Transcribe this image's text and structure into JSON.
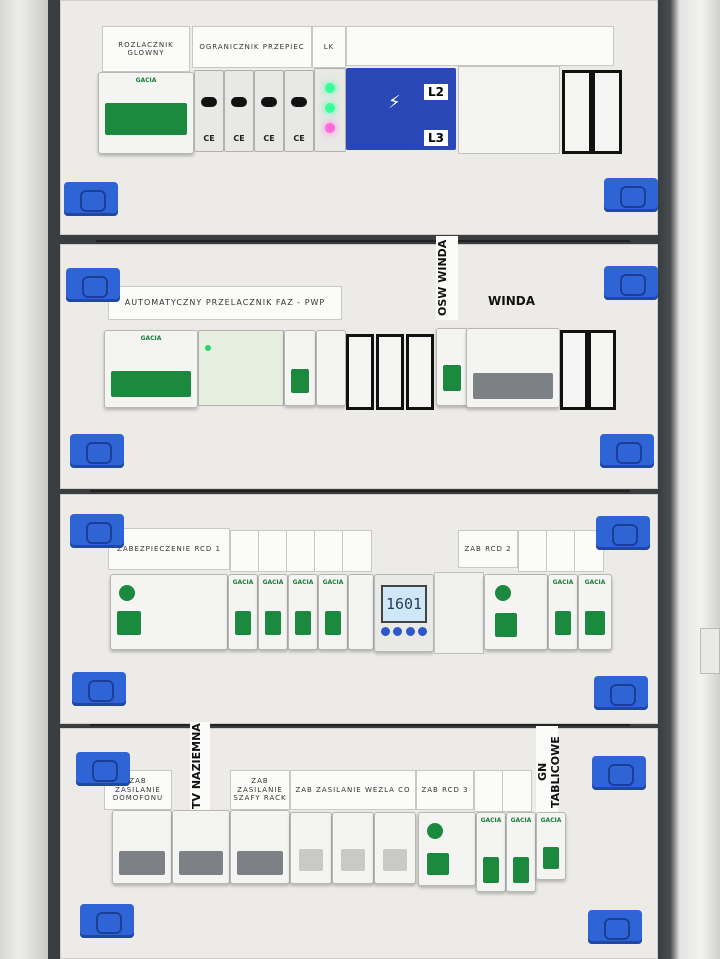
{
  "section_1": {
    "labels": {
      "main_switch": "ROZLACZNIK GLOWNY",
      "surge_protector": "OGRANICZNIK PRZEPIEC",
      "lk": "LK"
    },
    "spd_marking": "CE",
    "phase_labels": [
      "L2",
      "L3"
    ]
  },
  "section_2": {
    "title": "AUTOMATYCZNY PRZELACZNIK FAZ - PWP",
    "handwritten_1": "OSW WINDA",
    "handwritten_2": "WINDA"
  },
  "section_3": {
    "rcd1_label": "ZABEZPIECZENIE RCD 1",
    "rcd2_label": "ZAB RCD 2",
    "timer_display": "1601"
  },
  "section_4": {
    "labels": {
      "domofon": "ZAB ZASILANIE DOMOFONU",
      "rack": "ZAB ZASILANIE SZAFY RACK",
      "co": "ZAB ZASILANIE WEZLA CO",
      "rcd3": "ZAB RCD 3"
    },
    "handwritten_tv": "TV NAZIEMNA",
    "handwritten_gn": "GN TABLICOWE"
  },
  "brand": "GACIA"
}
